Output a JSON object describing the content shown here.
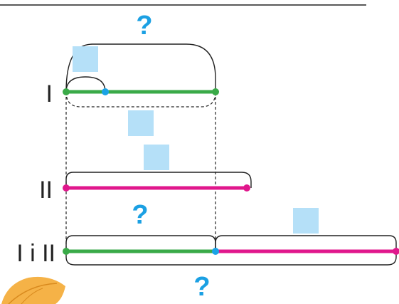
{
  "colors": {
    "green": "#3aaa48",
    "magenta": "#e0178c",
    "blue_dot": "#1aa3e6",
    "question": "#1ba0e3",
    "placeholder_box": "#b5e0f8",
    "brace": "#222222",
    "leaf": "#f5b247"
  },
  "rows": [
    {
      "label": "I"
    },
    {
      "label": "II"
    },
    {
      "label": "I i II"
    }
  ],
  "question_marks": [
    "?",
    "?",
    "?"
  ]
}
